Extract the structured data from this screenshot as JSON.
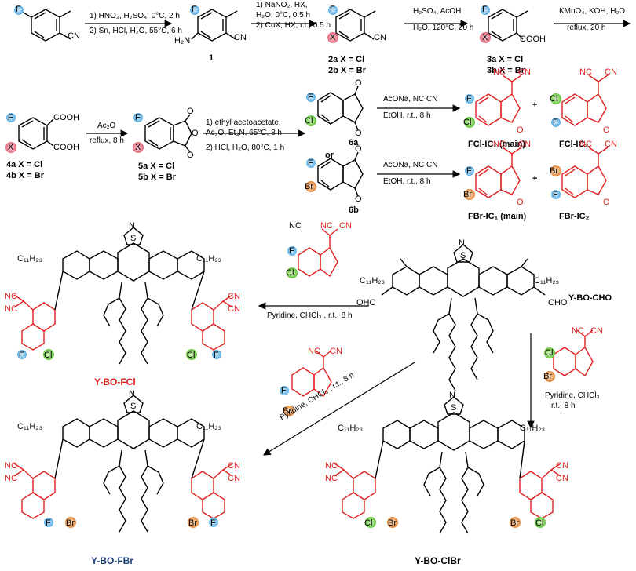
{
  "row1": {
    "step1": {
      "line1": "1) HNO₃, H₂SO₄, 0°C, 2 h",
      "line2": "2) Sn, HCl, H₂O, 55°C, 6 h"
    },
    "step2": {
      "line1": "1) NaNO₂, HX,",
      "line2": "H₂O, 0°C, 0.5 h",
      "line3": "2) CuX, HX, r.t., 0.5 h"
    },
    "step3": {
      "line1": "H₂SO₄, AcOH",
      "line2": "H₂O, 120°C, 20 h"
    },
    "step4": {
      "line1": "KMnO₄, KOH, H₂O",
      "line2": "reflux, 20 h"
    },
    "cpd1": "1",
    "cpd2a": "2a  X = Cl",
    "cpd2b": "2b  X = Br",
    "cpd3a": "3a  X = Cl",
    "cpd3b": "3b  X = Br",
    "cn": "CN",
    "cooh": "COOH",
    "h2n": "H₂N"
  },
  "row2": {
    "step5": {
      "line1": "Ac₂O",
      "line2": "reflux, 8 h"
    },
    "step6": {
      "line1": "1) ethyl acetoacetate,",
      "line2": "Ac₂O, Et₃N, 65°C, 8 h",
      "line3": "2) HCl, H₂O, 80°C, 1 h"
    },
    "step7": {
      "line1": "AcONa,",
      "line2": "EtOH, r.t., 8 h"
    },
    "step8": {
      "line1": "AcONa,",
      "line2": "EtOH, r.t., 8 h"
    },
    "cpd4a": "4a  X = Cl",
    "cpd4b": "4b  X = Br",
    "cpd5a": "5a  X = Cl",
    "cpd5b": "5b  X = Br",
    "cpd6a": "6a",
    "cpd6b": "6b",
    "or": "or",
    "plus": "+",
    "fcl_ic1": "FCl-IC₁ (main)",
    "fcl_ic2": "FCl-IC₂",
    "fbr_ic1": "FBr-IC₁ (main)",
    "fbr_ic2": "FBr-IC₂"
  },
  "row3": {
    "ybo_cho": "Y-BO-CHO",
    "ybo_fcl": "Y-BO-FCl",
    "ybo_fbr": "Y-BO-FBr",
    "ybo_clbr": "Y-BO-ClBr",
    "c11h23": "C₁₁H₂₃",
    "ohc": "OHC",
    "cho": "CHO",
    "cond_left": "Pyridine, CHCl₃ , r.t., 8 h",
    "cond_diag": "Pyridine, CHCl₃ , r.t., 8 h",
    "cond_right": {
      "line1": "Pyridine, CHCl₃",
      "line2": "r.t., 8 h"
    }
  },
  "atoms": {
    "F": "F",
    "Cl": "Cl",
    "Br": "Br",
    "X": "X",
    "S": "S",
    "N": "N",
    "O": "O",
    "NC": "NC",
    "CN": "CN"
  },
  "colors": {
    "F": "#6fb8e6",
    "Cl": "#7ad14a",
    "Br": "#e8924a",
    "X": "#e87a8a",
    "product": "#e02020",
    "fbr_label": "#1f3f7a"
  }
}
